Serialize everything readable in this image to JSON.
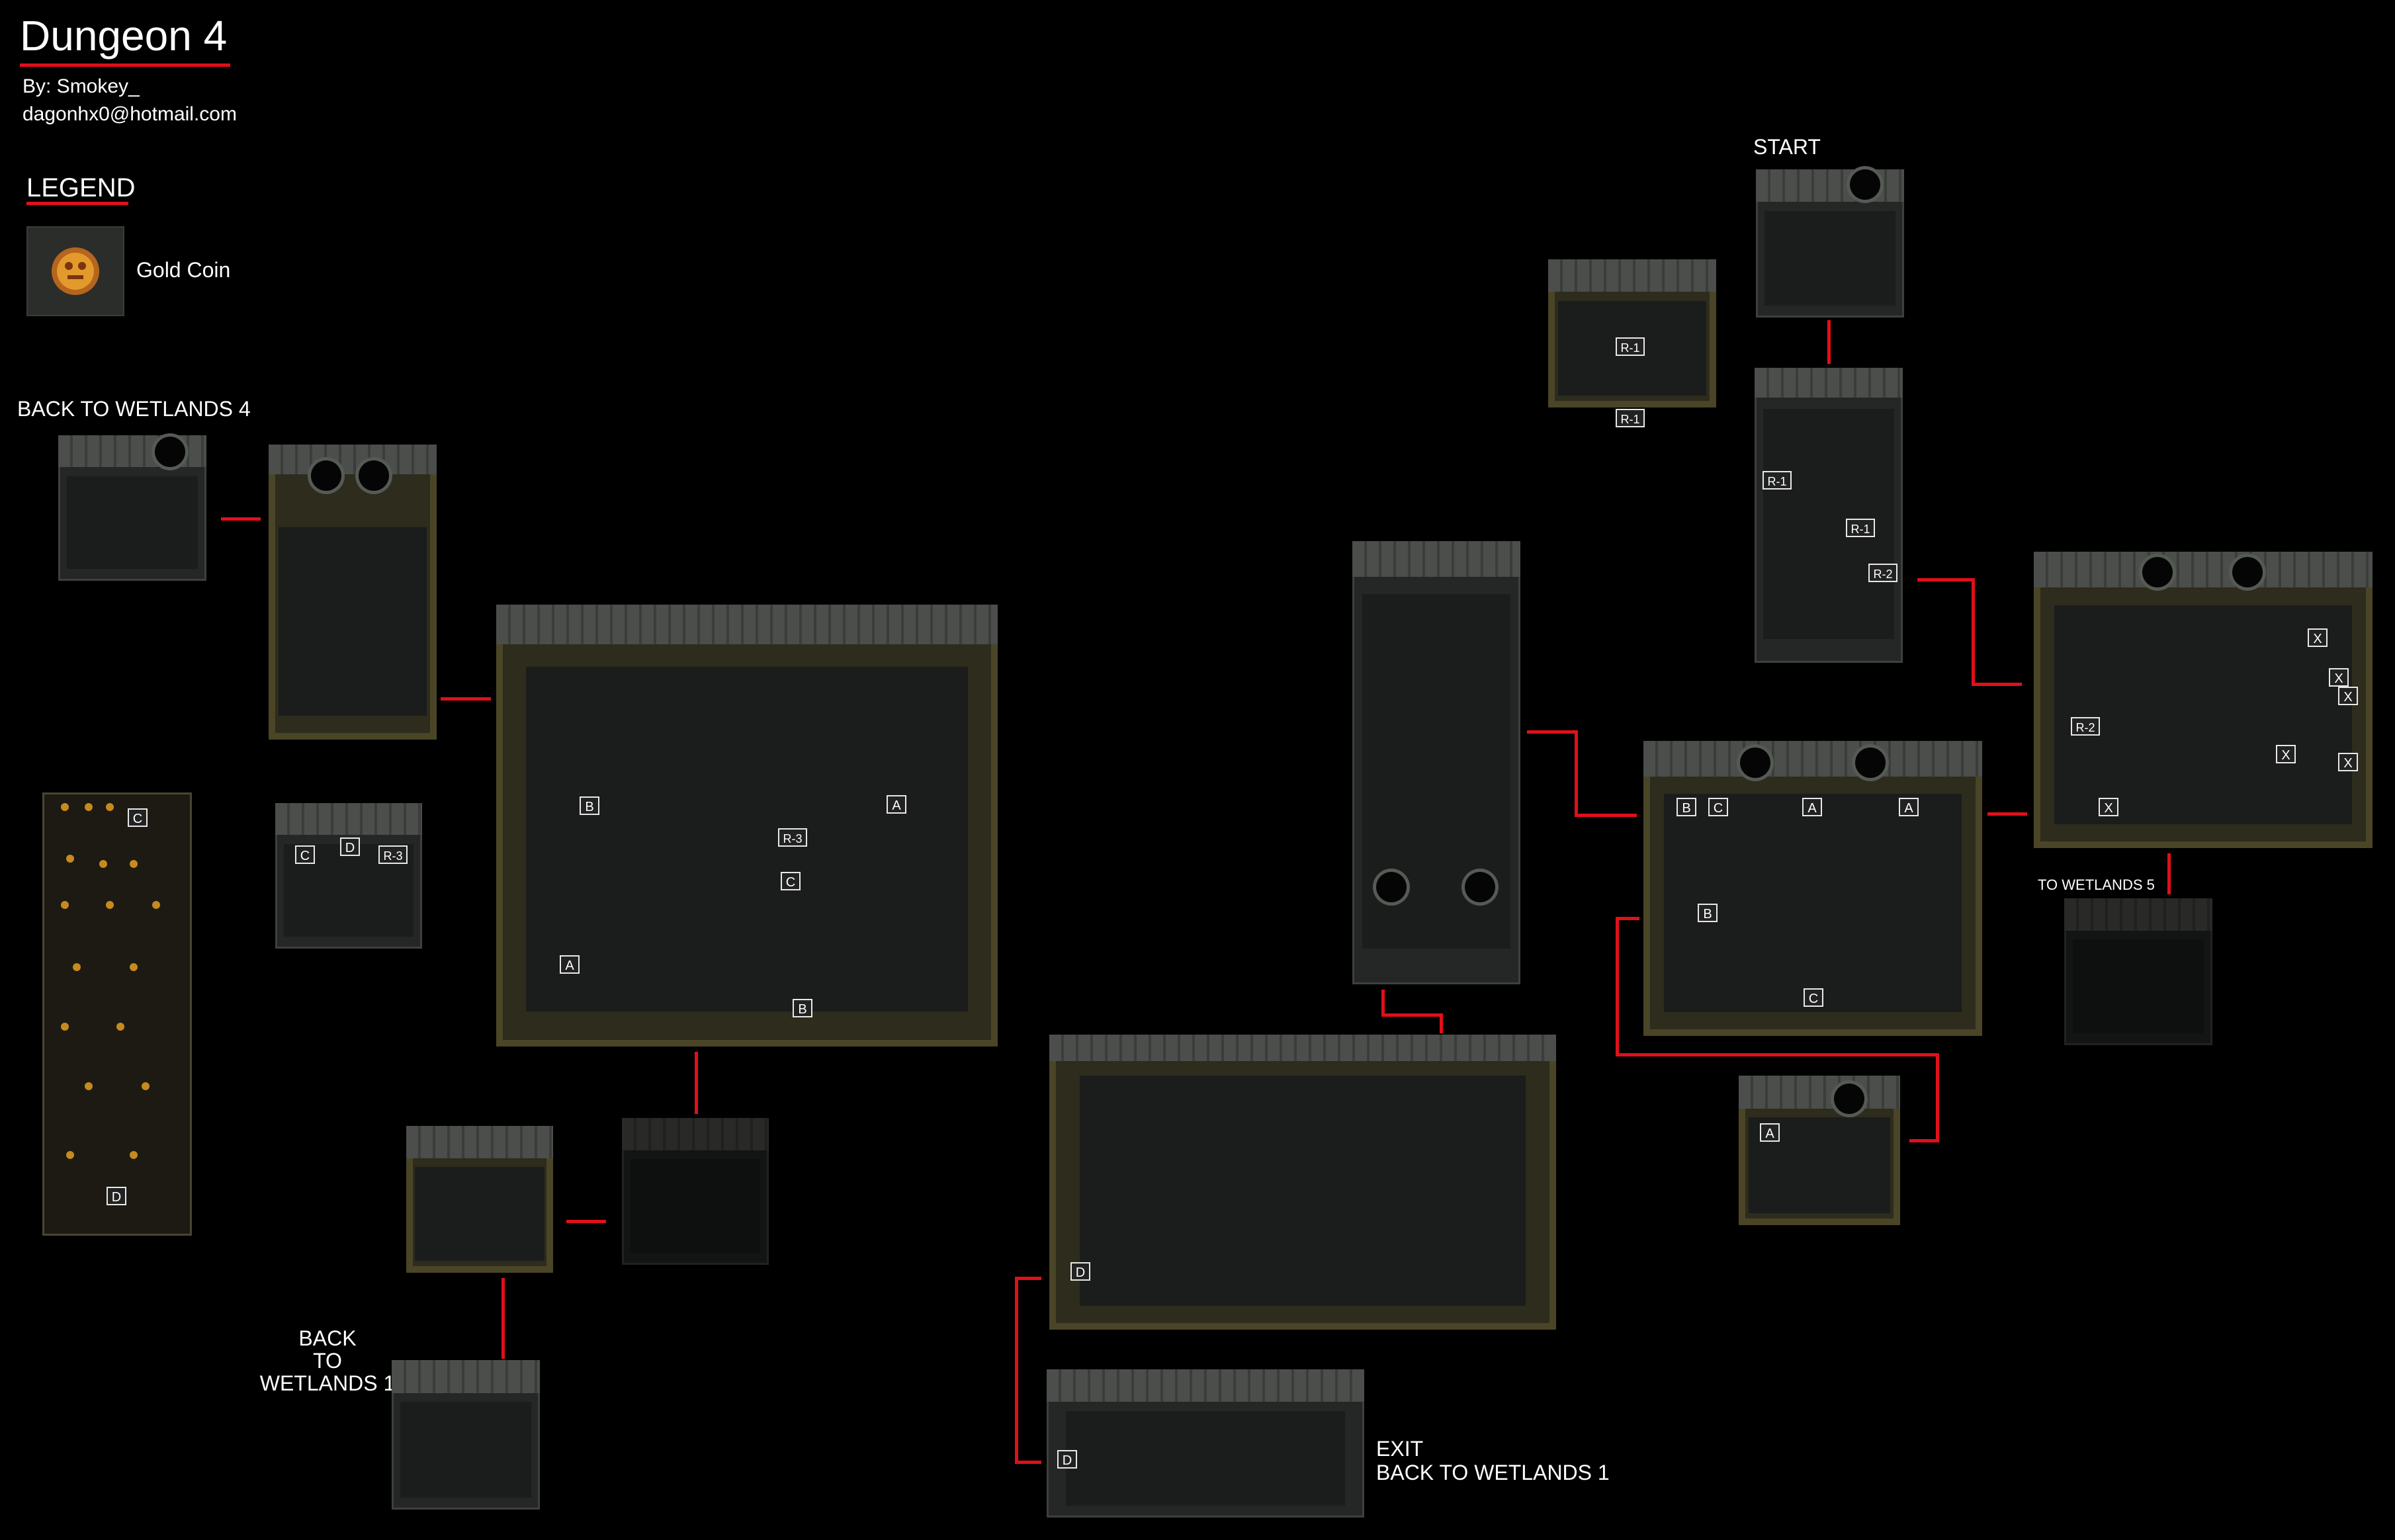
{
  "header": {
    "title": "Dungeon 4",
    "author": "By: Smokey_",
    "email": "dagonhx0@hotmail.com"
  },
  "legend": {
    "title": "LEGEND",
    "items": [
      {
        "label": "Gold Coin",
        "icon": "gold-coin-icon"
      }
    ]
  },
  "labels": {
    "start": "START",
    "back_to_wetlands_4": "BACK TO WETLANDS  4",
    "to_wetlands_5": "TO WETLANDS 5",
    "back_to_wetlands_1": [
      "BACK",
      "TO",
      "WETLANDS 1"
    ],
    "exit": [
      "EXIT",
      "BACK TO WETLANDS 1"
    ]
  },
  "markers": {
    "A": "A",
    "B": "B",
    "C": "C",
    "D": "D",
    "X": "X",
    "R1": "R-1",
    "R2": "R-2",
    "R3": "R-3"
  },
  "colors": {
    "background": "#000000",
    "connector": "#e0101a",
    "wall": "#4b4e4a",
    "floor": "#1b1d1c",
    "moss": "#4a4526",
    "gold": "#c78a1e"
  }
}
